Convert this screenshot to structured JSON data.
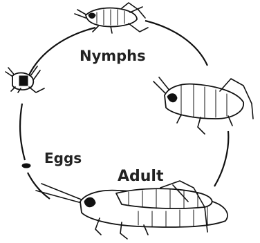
{
  "diagram": {
    "stages": {
      "nymphs": "Nymphs",
      "eggs": "Eggs",
      "adult": "Adult"
    },
    "icons": [
      "small-nymph-icon",
      "top-nymph-icon",
      "large-nymph-icon",
      "egg-icon",
      "adult-grasshopper-icon"
    ]
  }
}
